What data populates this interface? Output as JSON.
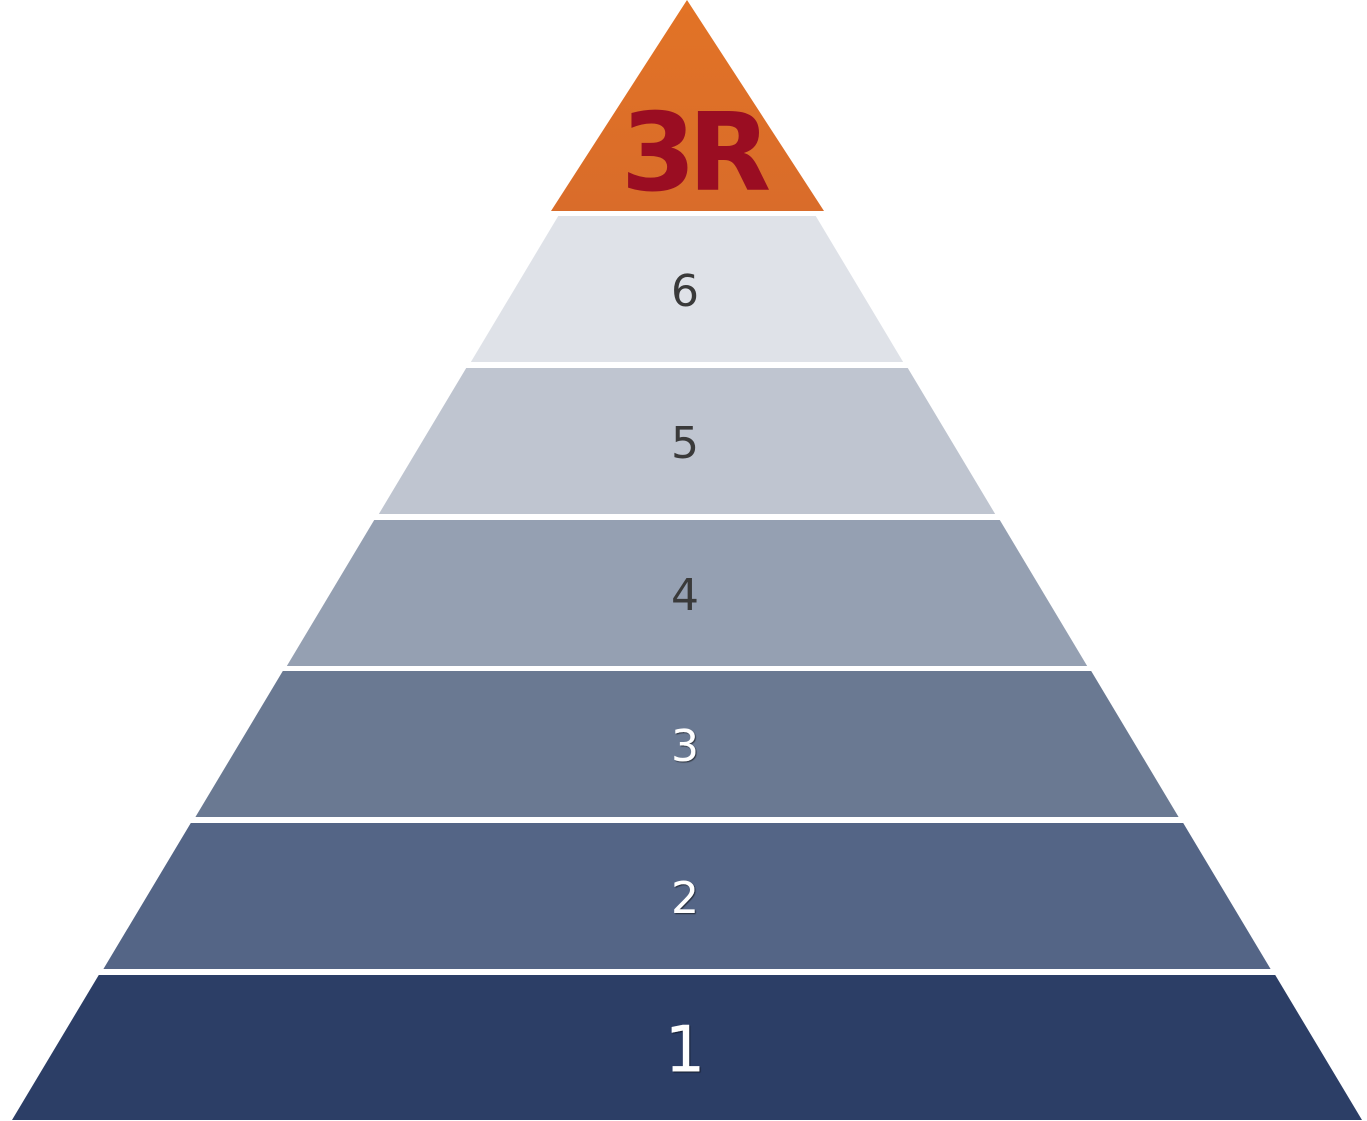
{
  "logo": {
    "text": "3R",
    "color": "#9A0D22",
    "background": "#E07026"
  },
  "layers": [
    {
      "label": "6",
      "fill": "#DFE2E8",
      "text_color": "#3a3a3a"
    },
    {
      "label": "5",
      "fill": "#BFC5D0",
      "text_color": "#3a3a3a"
    },
    {
      "label": "4",
      "fill": "#95A0B2",
      "text_color": "#3a3a3a"
    },
    {
      "label": "3",
      "fill": "#6A7992",
      "text_color": "#ffffff"
    },
    {
      "label": "2",
      "fill": "#546586",
      "text_color": "#ffffff"
    },
    {
      "label": "1",
      "fill": "#2C3E66",
      "text_color": "#ffffff"
    }
  ]
}
